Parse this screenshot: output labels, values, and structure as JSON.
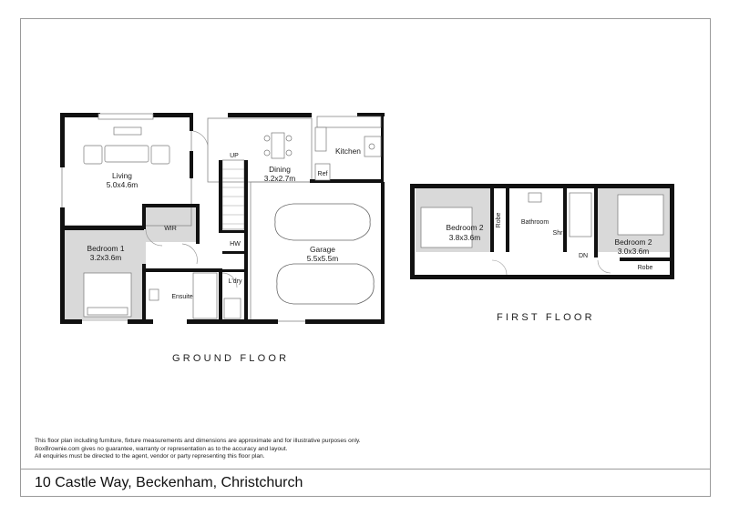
{
  "ground_floor": {
    "title": "GROUND FLOOR",
    "rooms": {
      "living": {
        "name": "Living",
        "size": "5.0x4.6m"
      },
      "dining": {
        "name": "Dining",
        "size": "3.2x2.7m"
      },
      "kitchen": {
        "name": "Kitchen"
      },
      "ref": {
        "name": "Ref"
      },
      "up": {
        "name": "UP"
      },
      "wir": {
        "name": "WIR"
      },
      "bedroom1": {
        "name": "Bedroom 1",
        "size": "3.2x3.6m"
      },
      "hw": {
        "name": "HW"
      },
      "laundry": {
        "name": "L'dry"
      },
      "ensuite": {
        "name": "Ensuite"
      },
      "garage": {
        "name": "Garage",
        "size": "5.5x5.5m"
      }
    }
  },
  "first_floor": {
    "title": "FIRST FLOOR",
    "rooms": {
      "bedroom2_left": {
        "name": "Bedroom 2",
        "size": "3.8x3.6m"
      },
      "robe_left": {
        "name": "Robe"
      },
      "bathroom": {
        "name": "Bathroom"
      },
      "shower": {
        "name": "Shr"
      },
      "dn": {
        "name": "DN"
      },
      "bedroom2_right": {
        "name": "Bedroom 2",
        "size": "3.0x3.6m"
      },
      "robe_right": {
        "name": "Robe"
      }
    }
  },
  "disclaimer": [
    "This floor plan including furniture, fixture measurements and dimensions are approximate and for illustrative purposes only.",
    "BoxBrownie.com gives no guarantee, warranty or representation as to the accuracy and layout.",
    "All enquiries must be directed to the agent, vendor or party representing this floor plan."
  ],
  "address": "10 Castle Way, Beckenham, Christchurch",
  "colors": {
    "wall": "#111111",
    "room_fill_grey": "#d9d9d9",
    "frame": "#9a9a9a"
  }
}
